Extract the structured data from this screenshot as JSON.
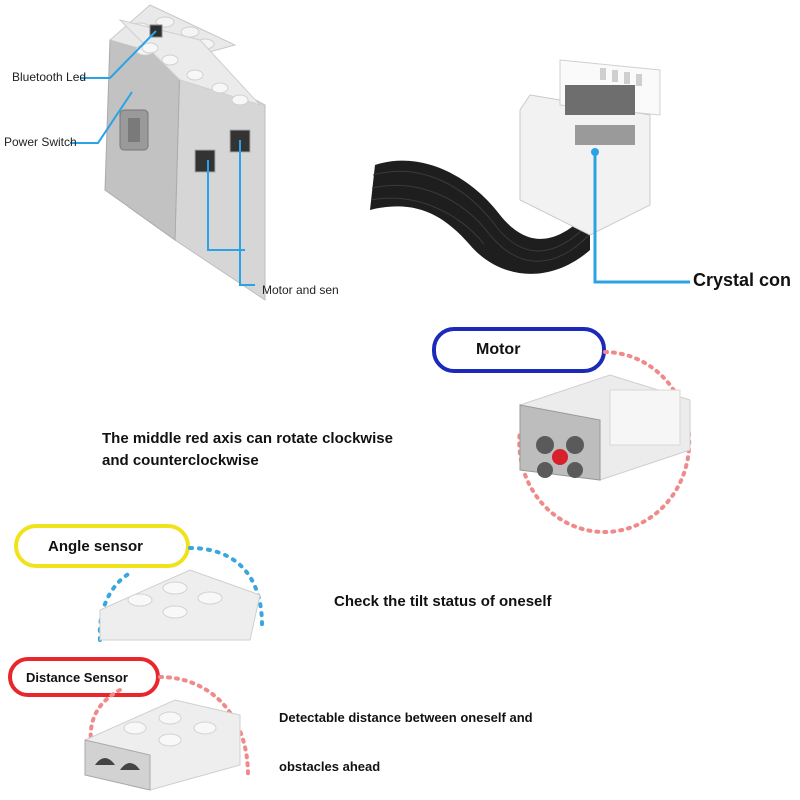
{
  "hub": {
    "bluetooth_led": "Bluetooth Led",
    "power_switch": "Power Switch",
    "motor_sensor_port": "Motor and sen"
  },
  "cable": {
    "connector_label": "Crystal con"
  },
  "motor": {
    "title": "Motor",
    "description_line1": "The middle red axis can rotate clockwise",
    "description_line2": "and counterclockwise"
  },
  "angle_sensor": {
    "title": "Angle sensor",
    "description": "Check the tilt status of oneself"
  },
  "distance_sensor": {
    "title": "Distance Sensor",
    "description_line1": "Detectable distance between oneself and",
    "description_line2": "obstacles ahead"
  },
  "colors": {
    "callout_blue": "#29a3e6",
    "motor_border": "#1b2ab8",
    "angle_border": "#f0e31b",
    "distance_border": "#e8262b",
    "dotted_red": "#f08a8a",
    "dotted_blue": "#3aa6dd"
  }
}
